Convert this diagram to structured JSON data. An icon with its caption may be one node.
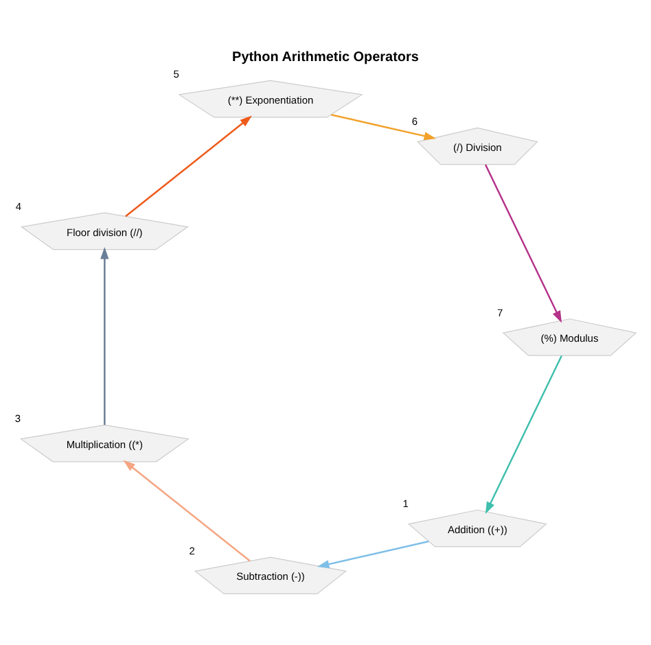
{
  "diagram": {
    "title": "Python Arithmetic Operators",
    "nodes": [
      {
        "text": [
          "Addition ((+))"
        ],
        "beside": [
          "1"
        ]
      },
      {
        "text": [
          "Subtraction (-))"
        ],
        "beside": [
          "2"
        ]
      },
      {
        "text": [
          "Multiplication ((*)"
        ],
        "beside": [
          "3"
        ]
      },
      {
        "text": [
          "Floor division (//)"
        ],
        "beside": [
          "4"
        ]
      },
      {
        "text": [
          "(**) Exponentiation"
        ],
        "beside": [
          "5"
        ]
      },
      {
        "text": [
          "(/) Division"
        ],
        "beside": [
          "6"
        ]
      },
      {
        "text": [
          "(%) Modulus"
        ],
        "beside": [
          "7"
        ]
      }
    ],
    "edges": [
      {
        "from": 0,
        "to": 1,
        "arrow": "to",
        "color": "#7fbfe8"
      },
      {
        "from": 1,
        "to": 2,
        "arrow": "to",
        "color": "#f4a582"
      },
      {
        "from": 2,
        "to": 3,
        "arrow": "to",
        "color": "#6a7f96"
      },
      {
        "from": 3,
        "to": 4,
        "arrow": "to",
        "color": "#ee5a1a"
      },
      {
        "from": 4,
        "to": 5,
        "arrow": "to",
        "color": "#f2a12a"
      },
      {
        "from": 5,
        "to": 6,
        "arrow": "to",
        "color": "#b5338a"
      },
      {
        "from": 6,
        "to": 0,
        "arrow": "to",
        "color": "#3fbfad"
      }
    ]
  }
}
